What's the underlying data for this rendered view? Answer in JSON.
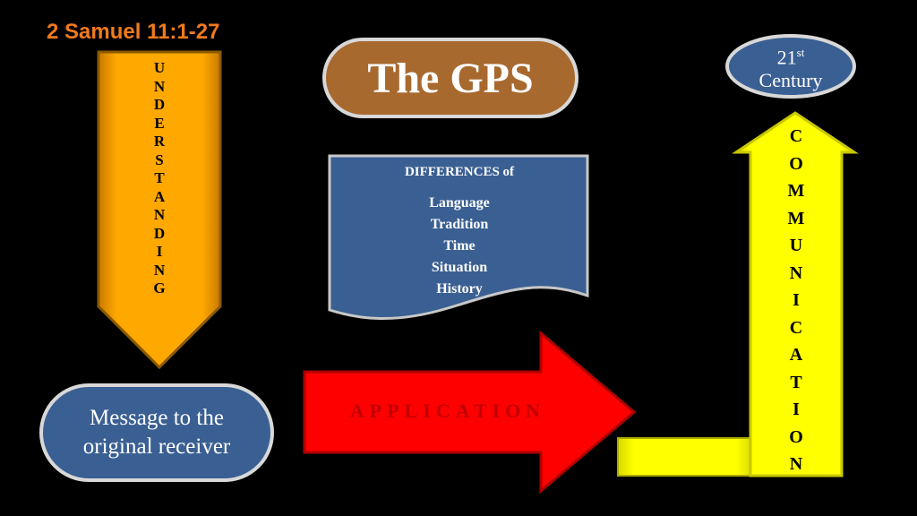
{
  "reference": "2 Samuel 11:1-27",
  "title": "The GPS",
  "century": {
    "number": "21",
    "suffix": "st",
    "word": "Century"
  },
  "understanding_letters": [
    "U",
    "N",
    "D",
    "E",
    "R",
    "S",
    "T",
    "A",
    "N",
    "D",
    "I",
    "N",
    "G"
  ],
  "communication_letters": [
    "C",
    "O",
    "M",
    "M",
    "U",
    "N",
    "I",
    "C",
    "A",
    "T",
    "I",
    "O",
    "N"
  ],
  "differences": {
    "title": "DIFFERENCES of",
    "items": [
      "Language",
      "Tradition",
      "Time",
      "Situation",
      "History"
    ]
  },
  "application": "APPLICATION",
  "message": {
    "line1": "Message to the",
    "line2": "original receiver"
  },
  "colors": {
    "orange": "#ffa500",
    "yellow": "#ffff00",
    "red": "#ff0000",
    "brown": "#a8692f",
    "blue": "#3a5f92",
    "reference": "#f07a1c"
  }
}
